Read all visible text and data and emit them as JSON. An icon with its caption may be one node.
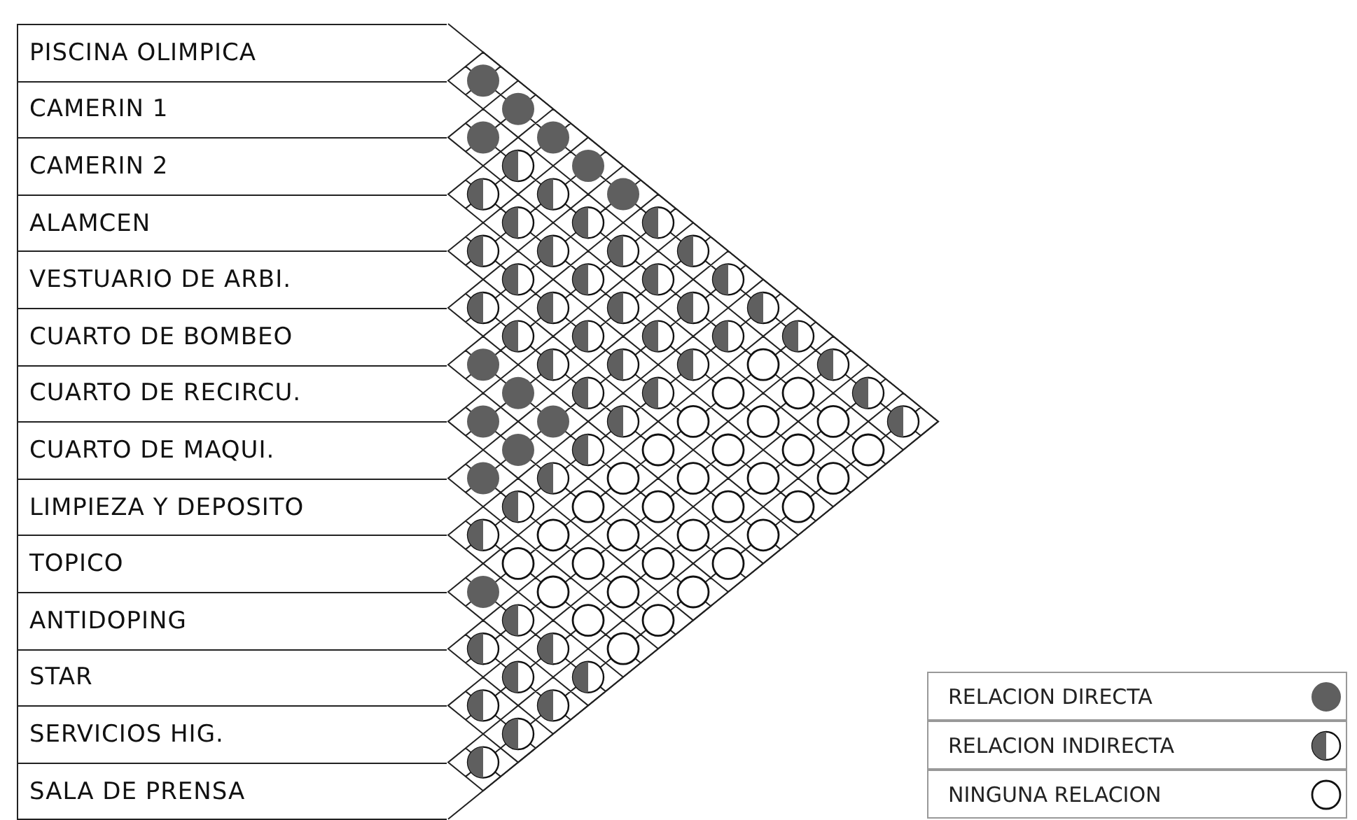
{
  "diagram": {
    "nodes": [
      {
        "text": [
          "PISCINA OLIMPICA"
        ]
      },
      {
        "text": [
          "CAMERIN 1"
        ]
      },
      {
        "text": [
          "CAMERIN 2"
        ]
      },
      {
        "text": [
          "ALAMCEN"
        ]
      },
      {
        "text": [
          "VESTUARIO DE ARBI."
        ]
      },
      {
        "text": [
          "CUARTO DE BOMBEO"
        ]
      },
      {
        "text": [
          "CUARTO DE RECIRCU."
        ]
      },
      {
        "text": [
          "CUARTO DE MAQUI."
        ]
      },
      {
        "text": [
          "LIMPIEZA Y DEPOSITO"
        ]
      },
      {
        "text": [
          "TOPICO"
        ]
      },
      {
        "text": [
          "ANTIDOPING"
        ]
      },
      {
        "text": [
          "STAR"
        ]
      },
      {
        "text": [
          "SERVICIOS HIG."
        ]
      },
      {
        "text": [
          "SALA DE PRENSA"
        ]
      }
    ],
    "legend": [
      {
        "text": "RELACION DIRECTA"
      },
      {
        "text": "RELACION INDIRECTA"
      },
      {
        "text": "NINGUNA RELACION"
      }
    ]
  }
}
